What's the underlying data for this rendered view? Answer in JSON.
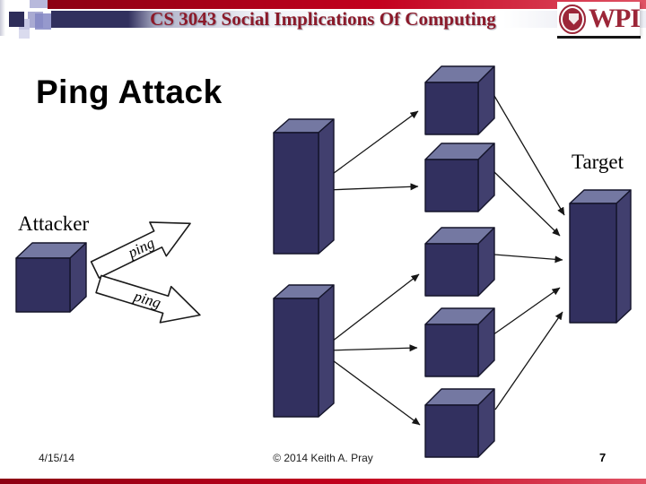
{
  "header": {
    "course_title": "CS 3043 Social Implications Of Computing",
    "logo": {
      "text": "WPI"
    }
  },
  "slide": {
    "title": "Ping Attack",
    "labels": {
      "attacker": "Attacker",
      "target": "Target",
      "ping1": "ping",
      "ping2": "ping"
    }
  },
  "footer": {
    "date": "4/15/14",
    "copyright": "© 2014 Keith A. Pray",
    "slide_number": "7"
  },
  "colors": {
    "accent_red_dark": "#8c0013",
    "accent_red": "#c3001e",
    "accent_red_light": "#e05264",
    "title_red": "#8b1a2a",
    "band_navy": "#31305e",
    "box_front": "#32305f",
    "box_top": "#7478a2",
    "box_side": "#413f6e",
    "wpi_maroon": "#9c2638"
  }
}
